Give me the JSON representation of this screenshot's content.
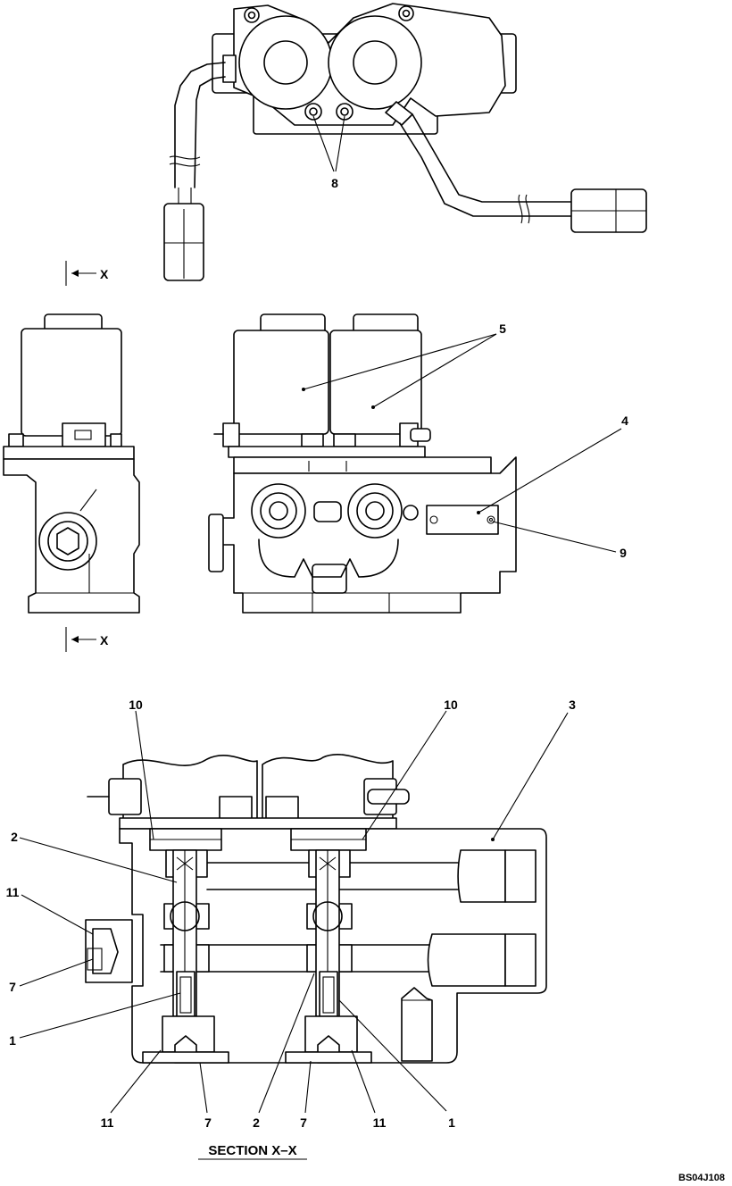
{
  "diagram": {
    "section_marker_label": "X",
    "section_title": "SECTION  X–X",
    "drawing_code": "BS04J108",
    "callouts": {
      "c8": "8",
      "c5": "5",
      "c4": "4",
      "c9": "9",
      "c3": "3",
      "c10a": "10",
      "c10b": "10",
      "c2a": "2",
      "c2b": "2",
      "c11a": "11",
      "c11b": "11",
      "c11c": "11",
      "c7a": "7",
      "c7b": "7",
      "c7c": "7",
      "c1a": "1",
      "c1b": "1"
    }
  }
}
